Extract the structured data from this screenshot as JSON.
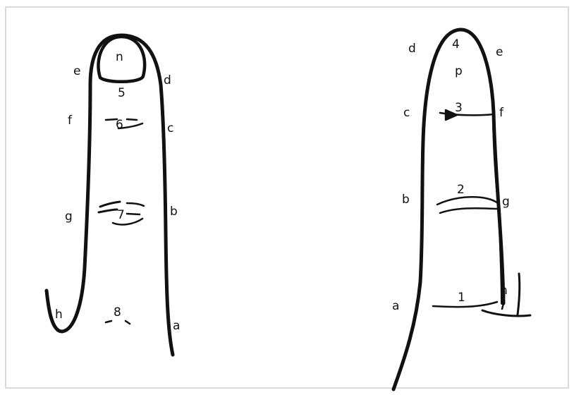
{
  "colors": {
    "ink": "#111111",
    "frame": "#cfcfcf",
    "background": "#ffffff"
  },
  "left_figure": {
    "labels": {
      "n": "n",
      "5": "5",
      "6": "6",
      "7": "7",
      "8": "8",
      "a": "a",
      "b": "b",
      "c": "c",
      "d": "d",
      "e": "e",
      "f": "f",
      "g": "g",
      "h": "h"
    }
  },
  "right_figure": {
    "labels": {
      "4": "4",
      "p": "p",
      "3": "3",
      "2": "2",
      "1": "1",
      "a": "a",
      "b": "b",
      "c": "c",
      "d": "d",
      "e": "e",
      "f": "f",
      "g": "g",
      "h": "h"
    }
  }
}
